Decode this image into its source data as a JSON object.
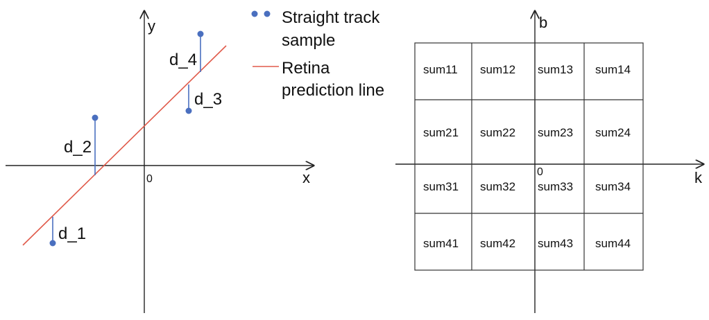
{
  "left_plot": {
    "axis_x": "x",
    "axis_y": "y",
    "origin": "0",
    "residual_labels": [
      "d_1",
      "d_2",
      "d_3",
      "d_4"
    ]
  },
  "legend": {
    "samples_line1": "Straight track",
    "samples_line2": "sample",
    "line_line1": "Retina",
    "line_line2": "prediction line"
  },
  "right_grid": {
    "axis_x": "k",
    "axis_y": "b",
    "origin": "0",
    "rows": [
      [
        "sum11",
        "sum12",
        "sum13",
        "sum14"
      ],
      [
        "sum21",
        "sum22",
        "sum23",
        "sum24"
      ],
      [
        "sum31",
        "sum32",
        "sum33",
        "sum34"
      ],
      [
        "sum41",
        "sum42",
        "sum43",
        "sum44"
      ]
    ]
  },
  "colors": {
    "sample_points": "#4a6fbf",
    "prediction_line": "#e05a4a"
  }
}
